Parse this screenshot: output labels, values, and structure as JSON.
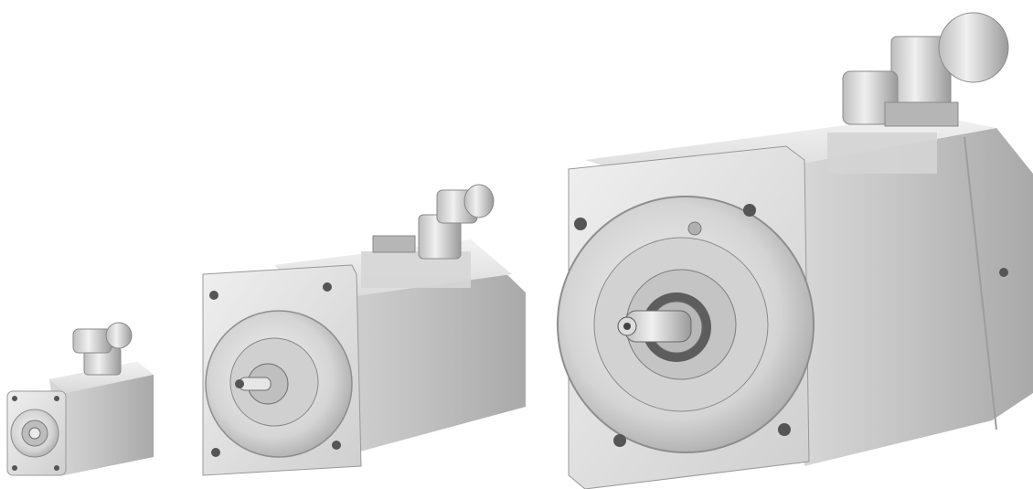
{
  "scene": {
    "description_visible_text": "",
    "background": "#ffffff",
    "colors": {
      "metal_light": "#e6e6e6",
      "metal_mid": "#c9c9c9",
      "metal_dark": "#8f8f8f",
      "shadow": "#5a5a5a",
      "label": "#d2d2d2"
    },
    "objects": [
      {
        "name": "small-servo-motor"
      },
      {
        "name": "medium-servo-motor"
      },
      {
        "name": "large-servo-motor"
      }
    ]
  }
}
